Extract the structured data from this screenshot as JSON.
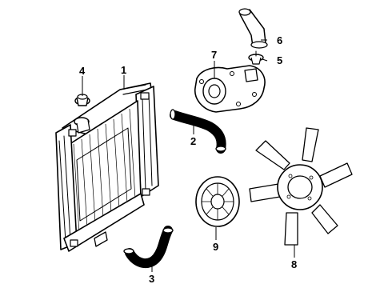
{
  "diagram": {
    "callouts": [
      {
        "id": "1",
        "label": "1"
      },
      {
        "id": "2",
        "label": "2"
      },
      {
        "id": "3",
        "label": "3"
      },
      {
        "id": "4",
        "label": "4"
      },
      {
        "id": "5",
        "label": "5"
      },
      {
        "id": "6",
        "label": "6"
      },
      {
        "id": "7",
        "label": "7"
      },
      {
        "id": "8",
        "label": "8"
      },
      {
        "id": "9",
        "label": "9"
      }
    ],
    "parts": [
      {
        "callout": "1",
        "icon": "radiator"
      },
      {
        "callout": "2",
        "icon": "upper-radiator-hose"
      },
      {
        "callout": "3",
        "icon": "lower-radiator-hose"
      },
      {
        "callout": "4",
        "icon": "radiator-cap"
      },
      {
        "callout": "5",
        "icon": "thermostat"
      },
      {
        "callout": "6",
        "icon": "thermostat-housing"
      },
      {
        "callout": "7",
        "icon": "water-pump"
      },
      {
        "callout": "8",
        "icon": "fan-blade"
      },
      {
        "callout": "9",
        "icon": "fan-clutch"
      }
    ]
  }
}
